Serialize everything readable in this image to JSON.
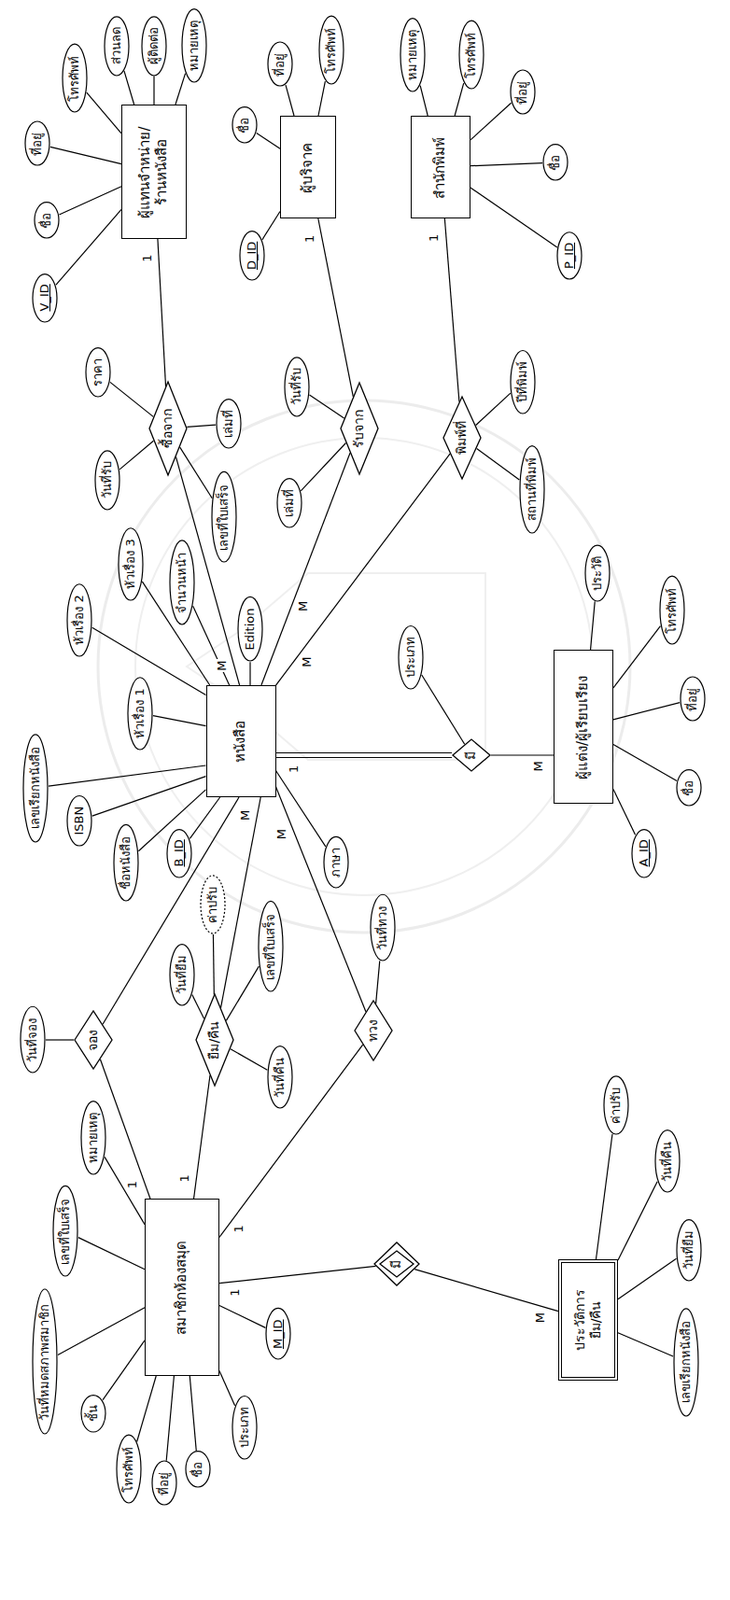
{
  "diagram": {
    "nodes": [
      {
        "text": [
          "สมาชิกห้องสมุด"
        ]
      },
      {
        "text": [
          "วันที่หมดสภาพสมาชิก"
        ]
      },
      {
        "text": [
          "ชั้น"
        ]
      },
      {
        "text": [
          "โทรศัพท์"
        ]
      },
      {
        "text": [
          "ที่อยู่"
        ]
      },
      {
        "text": [
          "ชื่อ"
        ]
      },
      {
        "text": [
          "ประเภท"
        ]
      },
      {
        "text": [
          "M_ID"
        ]
      },
      {
        "text": [
          "เลขที่ใบเสร็จ"
        ]
      },
      {
        "text": [
          "หมายเหตุ"
        ]
      },
      {
        "text": [
          "มี"
        ]
      },
      {
        "text": [
          "ประวัติการ ยืม/คืน"
        ]
      },
      {
        "text": [
          "เลขเรียกหนังสือ"
        ]
      },
      {
        "text": [
          "วันที่ยืม"
        ]
      },
      {
        "text": [
          "วันที่คืน"
        ]
      },
      {
        "text": [
          "ค่าปรับ"
        ]
      },
      {
        "text": [
          "จอง"
        ]
      },
      {
        "text": [
          "วันที่จอง"
        ]
      },
      {
        "text": [
          "ยืม/คืน"
        ]
      },
      {
        "text": [
          "วันที่ยืม"
        ]
      },
      {
        "text": [
          "ค่าปรับ"
        ]
      },
      {
        "text": [
          "เลขที่ใบเสร็จ"
        ]
      },
      {
        "text": [
          "วันที่คืน"
        ]
      },
      {
        "text": [
          "ทวง"
        ]
      },
      {
        "text": [
          "วันที่ทวง"
        ]
      },
      {
        "text": [
          "หนังสือ"
        ]
      },
      {
        "text": [
          "เลขเรียกหนังสือ"
        ]
      },
      {
        "text": [
          "ISBN"
        ]
      },
      {
        "text": [
          "ชื่อหนังสือ"
        ]
      },
      {
        "text": [
          "B_ID"
        ]
      },
      {
        "text": [
          "หัวเรื่อง 1"
        ]
      },
      {
        "text": [
          "หัวเรื่อง 2"
        ]
      },
      {
        "text": [
          "หัวเรื่อง 3"
        ]
      },
      {
        "text": [
          "จำนวนหน้า"
        ]
      },
      {
        "text": [
          "Edition"
        ]
      },
      {
        "text": [
          "ภาษา"
        ]
      },
      {
        "text": [
          "ซื้อจาก"
        ]
      },
      {
        "text": [
          "วันที่รับ"
        ]
      },
      {
        "text": [
          "ราคา"
        ]
      },
      {
        "text": [
          "เล่มที่"
        ]
      },
      {
        "text": [
          "เลขที่ใบเสร็จ"
        ]
      },
      {
        "text": [
          "ผู้แทนจำหน่าย/ ร้านหนังสือ"
        ]
      },
      {
        "text": [
          "V_ID"
        ]
      },
      {
        "text": [
          "ชื่อ"
        ]
      },
      {
        "text": [
          "ที่อยู่"
        ]
      },
      {
        "text": [
          "โทรศัพท์"
        ]
      },
      {
        "text": [
          "ส่วนลด"
        ]
      },
      {
        "text": [
          "ผู้ติดต่อ"
        ]
      },
      {
        "text": [
          "หมายเหตุ"
        ]
      },
      {
        "text": [
          "รับจาก"
        ]
      },
      {
        "text": [
          "เล่มที่"
        ]
      },
      {
        "text": [
          "วันที่รับ"
        ]
      },
      {
        "text": [
          "ผู้บริจาค"
        ]
      },
      {
        "text": [
          "D_ID"
        ]
      },
      {
        "text": [
          "ชื่อ"
        ]
      },
      {
        "text": [
          "ที่อยู่"
        ]
      },
      {
        "text": [
          "โทรศัพท์"
        ]
      },
      {
        "text": [
          "พิมพ์ที่"
        ]
      },
      {
        "text": [
          "สถานที่พิมพ์"
        ]
      },
      {
        "text": [
          "ปีที่พิมพ์"
        ]
      },
      {
        "text": [
          "สำนักพิมพ์"
        ]
      },
      {
        "text": [
          "P_ID"
        ]
      },
      {
        "text": [
          "ชื่อ"
        ]
      },
      {
        "text": [
          "ที่อยู่"
        ]
      },
      {
        "text": [
          "โทรศัพท์"
        ]
      },
      {
        "text": [
          "หมายเหตุ"
        ]
      },
      {
        "text": [
          "มี"
        ]
      },
      {
        "text": [
          "ประเภท"
        ]
      },
      {
        "text": [
          "ผู้แต่ง/ผู้เรียบเรียง"
        ]
      },
      {
        "text": [
          "A_ID"
        ]
      },
      {
        "text": [
          "ชื่อ"
        ]
      },
      {
        "text": [
          "ที่อยู่"
        ]
      },
      {
        "text": [
          "โทรศัพท์"
        ]
      },
      {
        "text": [
          "ประวัติ"
        ]
      }
    ],
    "edges": [
      {
        "from": 0,
        "to": 1,
        "arrow": "none"
      },
      {
        "from": 0,
        "to": 2,
        "arrow": "none"
      },
      {
        "from": 0,
        "to": 3,
        "arrow": "none"
      },
      {
        "from": 0,
        "to": 4,
        "arrow": "none"
      },
      {
        "from": 0,
        "to": 5,
        "arrow": "none"
      },
      {
        "from": 0,
        "to": 6,
        "arrow": "none"
      },
      {
        "from": 0,
        "to": 7,
        "arrow": "none"
      },
      {
        "from": 0,
        "to": 8,
        "arrow": "none"
      },
      {
        "from": 0,
        "to": 9,
        "arrow": "none"
      },
      {
        "from": 0,
        "to": 10,
        "label": "1",
        "arrow": "none"
      },
      {
        "from": 10,
        "to": 11,
        "label": "M",
        "arrow": "none"
      },
      {
        "from": 11,
        "to": 12,
        "arrow": "none"
      },
      {
        "from": 11,
        "to": 13,
        "arrow": "none"
      },
      {
        "from": 11,
        "to": 14,
        "arrow": "none"
      },
      {
        "from": 11,
        "to": 15,
        "arrow": "none"
      },
      {
        "from": 0,
        "to": 16,
        "label": "1",
        "arrow": "none"
      },
      {
        "from": 16,
        "to": 17,
        "arrow": "none"
      },
      {
        "from": 16,
        "to": 25,
        "arrow": "none"
      },
      {
        "from": 0,
        "to": 18,
        "label": "1",
        "arrow": "none"
      },
      {
        "from": 18,
        "to": 19,
        "arrow": "none"
      },
      {
        "from": 18,
        "to": 20,
        "arrow": "none"
      },
      {
        "from": 18,
        "to": 21,
        "arrow": "none"
      },
      {
        "from": 18,
        "to": 22,
        "arrow": "none"
      },
      {
        "from": 18,
        "to": 25,
        "label": "M",
        "arrow": "none"
      },
      {
        "from": 0,
        "to": 23,
        "label": "1",
        "arrow": "none"
      },
      {
        "from": 23,
        "to": 24,
        "arrow": "none"
      },
      {
        "from": 23,
        "to": 25,
        "label": "M",
        "arrow": "none"
      },
      {
        "from": 25,
        "to": 26,
        "arrow": "none"
      },
      {
        "from": 25,
        "to": 27,
        "arrow": "none"
      },
      {
        "from": 25,
        "to": 28,
        "arrow": "none"
      },
      {
        "from": 25,
        "to": 29,
        "arrow": "none"
      },
      {
        "from": 25,
        "to": 30,
        "arrow": "none"
      },
      {
        "from": 25,
        "to": 31,
        "arrow": "none"
      },
      {
        "from": 25,
        "to": 32,
        "arrow": "none"
      },
      {
        "from": 25,
        "to": 33,
        "arrow": "none"
      },
      {
        "from": 25,
        "to": 34,
        "arrow": "none"
      },
      {
        "from": 25,
        "to": 35,
        "arrow": "none"
      },
      {
        "from": 25,
        "to": 36,
        "label": "M",
        "arrow": "none"
      },
      {
        "from": 36,
        "to": 37,
        "arrow": "none"
      },
      {
        "from": 36,
        "to": 38,
        "arrow": "none"
      },
      {
        "from": 36,
        "to": 39,
        "arrow": "none"
      },
      {
        "from": 36,
        "to": 40,
        "arrow": "none"
      },
      {
        "from": 36,
        "to": 41,
        "label": "1",
        "arrow": "none"
      },
      {
        "from": 41,
        "to": 42,
        "arrow": "none"
      },
      {
        "from": 41,
        "to": 43,
        "arrow": "none"
      },
      {
        "from": 41,
        "to": 44,
        "arrow": "none"
      },
      {
        "from": 41,
        "to": 45,
        "arrow": "none"
      },
      {
        "from": 41,
        "to": 46,
        "arrow": "none"
      },
      {
        "from": 41,
        "to": 47,
        "arrow": "none"
      },
      {
        "from": 41,
        "to": 48,
        "arrow": "none"
      },
      {
        "from": 25,
        "to": 49,
        "label": "M",
        "arrow": "none"
      },
      {
        "from": 49,
        "to": 50,
        "arrow": "none"
      },
      {
        "from": 49,
        "to": 51,
        "arrow": "none"
      },
      {
        "from": 49,
        "to": 52,
        "label": "1",
        "arrow": "none"
      },
      {
        "from": 52,
        "to": 53,
        "arrow": "none"
      },
      {
        "from": 52,
        "to": 54,
        "arrow": "none"
      },
      {
        "from": 52,
        "to": 55,
        "arrow": "none"
      },
      {
        "from": 52,
        "to": 56,
        "arrow": "none"
      },
      {
        "from": 25,
        "to": 57,
        "label": "M",
        "arrow": "none"
      },
      {
        "from": 57,
        "to": 58,
        "arrow": "none"
      },
      {
        "from": 57,
        "to": 59,
        "arrow": "none"
      },
      {
        "from": 57,
        "to": 60,
        "label": "1",
        "arrow": "none"
      },
      {
        "from": 60,
        "to": 61,
        "arrow": "none"
      },
      {
        "from": 60,
        "to": 62,
        "arrow": "none"
      },
      {
        "from": 60,
        "to": 63,
        "arrow": "none"
      },
      {
        "from": 60,
        "to": 64,
        "arrow": "none"
      },
      {
        "from": 60,
        "to": 65,
        "arrow": "none"
      },
      {
        "from": 25,
        "to": 66,
        "label": "1",
        "arrow": "none"
      },
      {
        "from": 66,
        "to": 67,
        "arrow": "none"
      },
      {
        "from": 66,
        "to": 68,
        "label": "M",
        "arrow": "none"
      },
      {
        "from": 68,
        "to": 69,
        "arrow": "none"
      },
      {
        "from": 68,
        "to": 70,
        "arrow": "none"
      },
      {
        "from": 68,
        "to": 71,
        "arrow": "none"
      },
      {
        "from": 68,
        "to": 72,
        "arrow": "none"
      },
      {
        "from": 68,
        "to": 73,
        "arrow": "none"
      }
    ]
  }
}
